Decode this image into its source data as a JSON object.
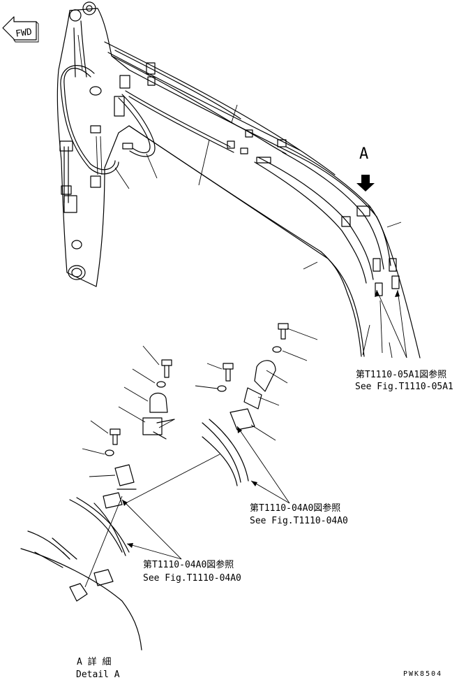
{
  "labels": {
    "fwd": "FWD",
    "view_letter": "A",
    "ref_05a1_jp": "第T1110-05A1図参照",
    "ref_05a1_en": "See Fig.T1110-05A1",
    "ref_04a0_right_jp": "第T1110-04A0図参照",
    "ref_04a0_right_en": "See Fig.T1110-04A0",
    "ref_04a0_left_jp": "第T1110-04A0図参照",
    "ref_04a0_left_en": "See Fig.T1110-04A0",
    "detail_jp": "A 詳 細",
    "detail_en": "Detail A",
    "drawing_code": "PWK8504"
  },
  "icons": {
    "fwd": "fwd-arrow-icon",
    "view": "view-arrow-icon"
  }
}
